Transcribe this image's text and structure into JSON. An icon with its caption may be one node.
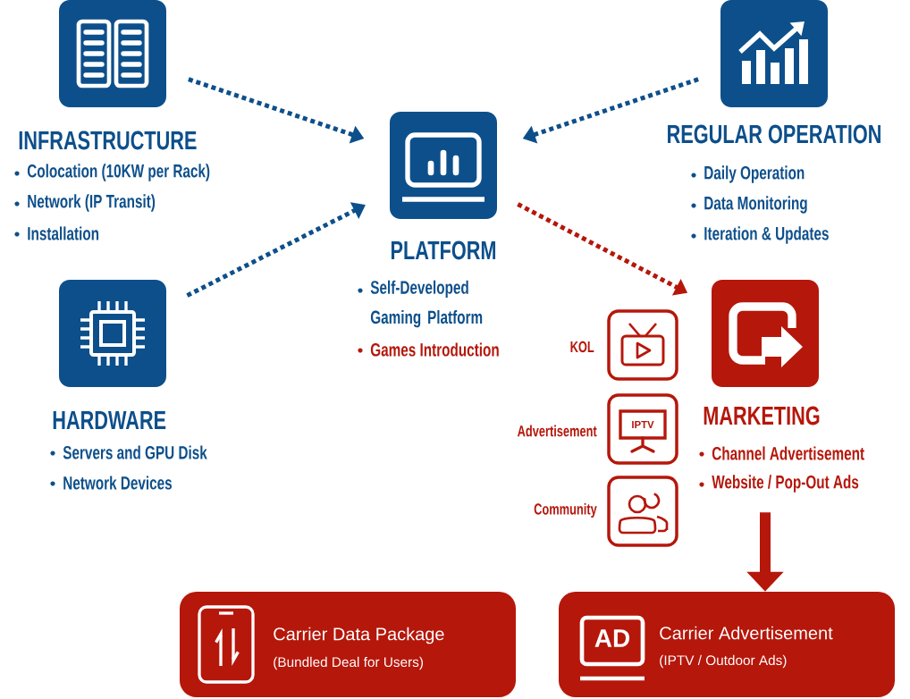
{
  "diagram": {
    "nodes": [
      {
        "text": [
          "INFRASTRUCTURE",
          "Colocation (10KW per Rack)",
          "Network (IP Transit)",
          "Installation"
        ]
      },
      {
        "text": [
          "REGULAR OPERATION",
          "Daily Operation",
          "Data Monitoring",
          "Iteration & Updates"
        ]
      },
      {
        "text": [
          "PLATFORM",
          "Self-Developed Gaming Platform",
          "Games Introduction"
        ]
      },
      {
        "text": [
          "HARDWARE",
          "Servers and GPU Disk",
          "Network Devices"
        ]
      },
      {
        "text": [],
        "shape": "box",
        "beside": [
          "KOL"
        ]
      },
      {
        "text": [
          "IPTV"
        ],
        "beside": [
          "Advertisement"
        ]
      },
      {
        "text": [],
        "shape": "box",
        "beside": [
          "Community"
        ]
      },
      {
        "text": [
          "MARKETING",
          "Channel Advertisement",
          "Website / Pop-Out Ads"
        ]
      },
      {
        "text": [
          "Carrier Data Package",
          "(Bundled Deal for Users)"
        ]
      },
      {
        "text": [
          "AD",
          "Carrier Advertisement",
          "(IPTV / Outdoor Ads)"
        ]
      }
    ],
    "edges": [
      {
        "from": 0,
        "to": 2,
        "arrow": "to",
        "style": "dashed",
        "color": "#0d4f8b"
      },
      {
        "from": 1,
        "to": 2,
        "arrow": "to",
        "style": "dashed",
        "color": "#0d4f8b"
      },
      {
        "from": 3,
        "to": 2,
        "arrow": "to",
        "style": "dashed",
        "color": "#0d4f8b"
      },
      {
        "from": 2,
        "to": 7,
        "arrow": "to",
        "style": "dashed",
        "color": "#b5170b"
      },
      {
        "from": 7,
        "to": 9,
        "arrow": "to",
        "style": "thick",
        "color": "#b5170b"
      }
    ]
  }
}
